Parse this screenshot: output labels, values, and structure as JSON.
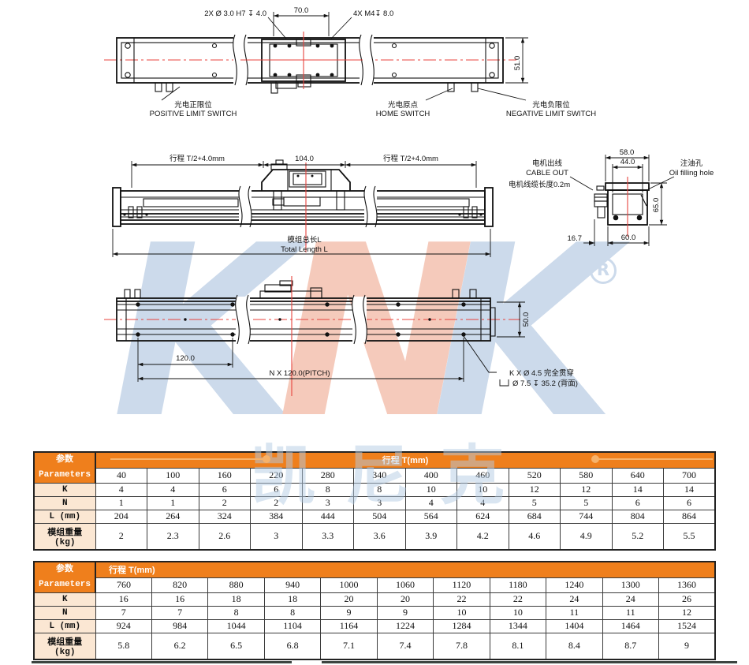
{
  "brand": {
    "logo_text_1": "K",
    "logo_text_2": "N",
    "logo_text_3": "K",
    "registered": "R",
    "cn_watermark": "凯尼克"
  },
  "colors": {
    "accent": "#EF7F1C",
    "accent_light": "#F6B26B",
    "peach": "#FBE7D3",
    "centerline_red": "#E8433E",
    "watermark_blue": "#CCDAEB",
    "watermark_salmon": "#F5CABB"
  },
  "top_view": {
    "note_left": "2X Ø 3.0 H7  ↧ 4.0",
    "dim_70": "70.0",
    "note_right": "4X  M4↧ 8.0",
    "dim_51": "51.0",
    "positive_cn": "光电正限位",
    "positive_en": "POSITIVE LIMIT SWITCH",
    "home_cn": "光电原点",
    "home_en": "HOME SWITCH",
    "negative_cn": "光电负限位",
    "negative_en": "NEGATIVE LIMIT SWITCH"
  },
  "front_view": {
    "stroke_left": "行程 T/2+4.0mm",
    "dim_104": "104.0",
    "stroke_right": "行程 T/2+4.0mm",
    "total_cn": "模组总长L",
    "total_en": "Total Length L"
  },
  "section_view": {
    "dim_58": "58.0",
    "dim_44": "44.0",
    "dim_65": "65.0",
    "dim_167": "16.7",
    "dim_60": "60.0",
    "cable_cn": "电机出线",
    "cable_en": "CABLE OUT",
    "cable_len": "电机线缆长度0.2m",
    "oil_cn": "注油孔",
    "oil_en": "Oil filling hole"
  },
  "bottom_view": {
    "dim_120": "120.0",
    "dim_pitch": "N X 120.0(PITCH)",
    "dim_50": "50.0",
    "hole_note_1": "K X Ø 4.5 完全贯穿",
    "hole_note_2": "Ø 7.5 ↧ 35.2 (背面)"
  },
  "tables": [
    {
      "param_cn": "参数",
      "param_en": "Parameters",
      "band": "行程 T(mm)",
      "band_align": "center",
      "strokes": [
        "40",
        "100",
        "160",
        "220",
        "280",
        "340",
        "400",
        "460",
        "520",
        "580",
        "640",
        "700"
      ],
      "rows": [
        {
          "label": "K",
          "values": [
            "4",
            "4",
            "6",
            "6",
            "8",
            "8",
            "10",
            "10",
            "12",
            "12",
            "14",
            "14"
          ]
        },
        {
          "label": "N",
          "values": [
            "1",
            "1",
            "2",
            "2",
            "3",
            "3",
            "4",
            "4",
            "5",
            "5",
            "6",
            "6"
          ]
        },
        {
          "label": "L (mm)",
          "values": [
            "204",
            "264",
            "324",
            "384",
            "444",
            "504",
            "564",
            "624",
            "684",
            "744",
            "804",
            "864"
          ]
        },
        {
          "label": "模组重量\n(kg)",
          "values": [
            "2",
            "2.3",
            "2.6",
            "3",
            "3.3",
            "3.6",
            "3.9",
            "4.2",
            "4.6",
            "4.9",
            "5.2",
            "5.5"
          ]
        }
      ]
    },
    {
      "param_cn": "参数",
      "param_en": "Parameters",
      "band": "行程 T(mm)",
      "band_align": "left",
      "strokes": [
        "760",
        "820",
        "880",
        "940",
        "1000",
        "1060",
        "1120",
        "1180",
        "1240",
        "1300",
        "1360"
      ],
      "rows": [
        {
          "label": "K",
          "values": [
            "16",
            "16",
            "18",
            "18",
            "20",
            "20",
            "22",
            "22",
            "24",
            "24",
            "26"
          ]
        },
        {
          "label": "N",
          "values": [
            "7",
            "7",
            "8",
            "8",
            "9",
            "9",
            "10",
            "10",
            "11",
            "11",
            "12"
          ]
        },
        {
          "label": "L (mm)",
          "values": [
            "924",
            "984",
            "1044",
            "1104",
            "1164",
            "1224",
            "1284",
            "1344",
            "1404",
            "1464",
            "1524"
          ]
        },
        {
          "label": "模组重量\n(kg)",
          "values": [
            "5.8",
            "6.2",
            "6.5",
            "6.8",
            "7.1",
            "7.4",
            "7.8",
            "8.1",
            "8.4",
            "8.7",
            "9"
          ]
        }
      ]
    }
  ]
}
